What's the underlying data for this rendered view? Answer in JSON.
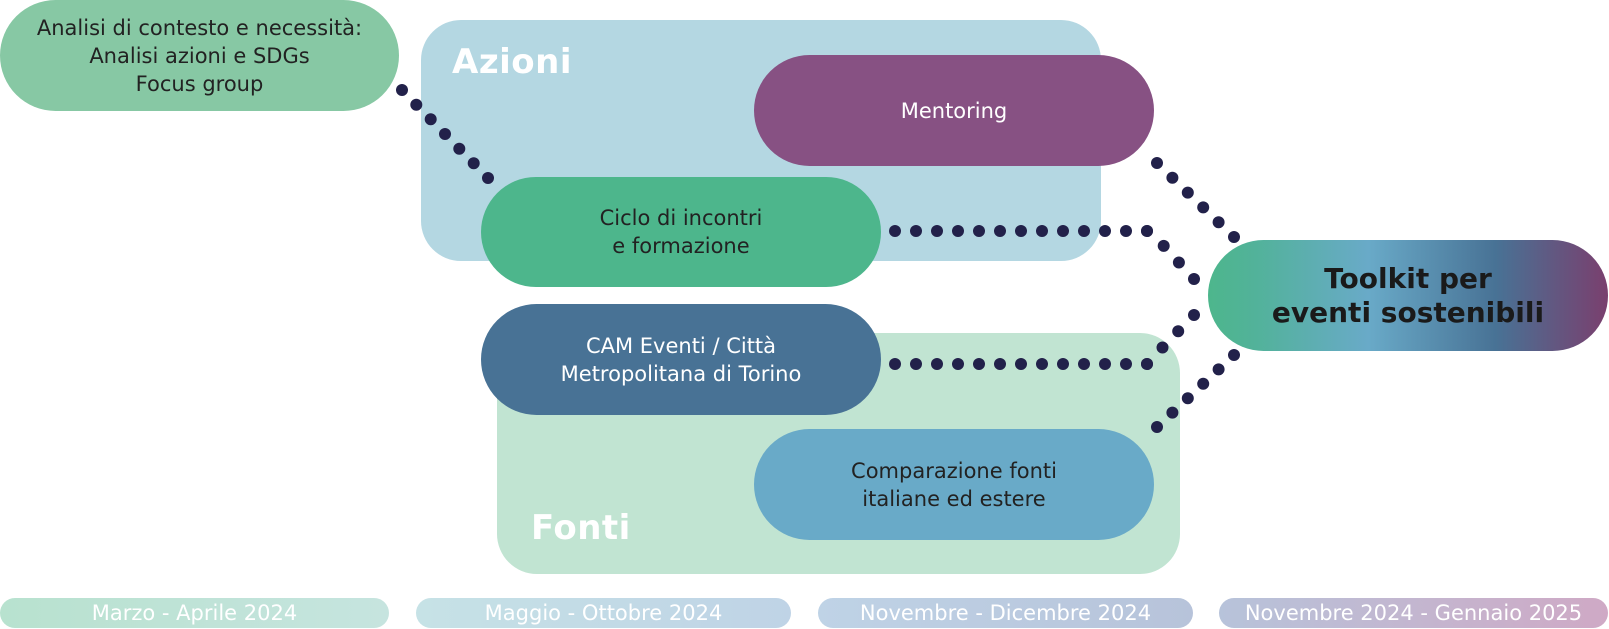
{
  "groups": {
    "azioni": "Azioni",
    "fonti": "Fonti"
  },
  "nodes": {
    "context": "Analisi di contesto e necessità:\nAnalisi azioni e SDGs\nFocus group",
    "mentoring": "Mentoring",
    "ciclo": "Ciclo di incontri\ne formazione",
    "cam": "CAM Eventi / Città\nMetropolitana di Torino",
    "comparazione": "Comparazione fonti\nitaliane ed estere",
    "toolkit": "Toolkit per\neventi sostenibili"
  },
  "timeline": [
    "Marzo - Aprile 2024",
    "Maggio - Ottobre 2024",
    "Novembre - Dicembre 2024",
    "Novembre 2024 - Gennaio 2025"
  ],
  "colors": {
    "dots": "#22214a",
    "azioni_bg": "#b4d7e2",
    "fonti_bg": "#c1e4d2",
    "context": "#87c8a4",
    "mentoring": "#875183",
    "ciclo": "#4db68c",
    "cam": "#487295",
    "comparazione": "#69aac8"
  }
}
